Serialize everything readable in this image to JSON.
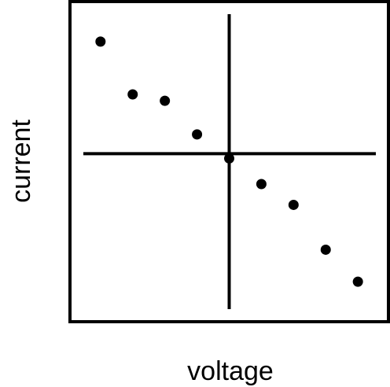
{
  "chart_data": {
    "type": "scatter",
    "title": "",
    "xlabel": "voltage",
    "ylabel": "current",
    "x": [
      -4,
      -3,
      -2,
      -1,
      0,
      1,
      2,
      3,
      4
    ],
    "y": [
      3.5,
      1.85,
      1.65,
      0.6,
      -0.15,
      -0.95,
      -1.6,
      -3.0,
      -4.0
    ],
    "xlim": [
      -4.9,
      4.9
    ],
    "ylim": [
      -5.2,
      4.7
    ],
    "crosshair": {
      "x": 0,
      "y": 0
    },
    "grid": false,
    "colors": {
      "points": "#000000",
      "axes": "#000000",
      "background": "#ffffff"
    }
  }
}
